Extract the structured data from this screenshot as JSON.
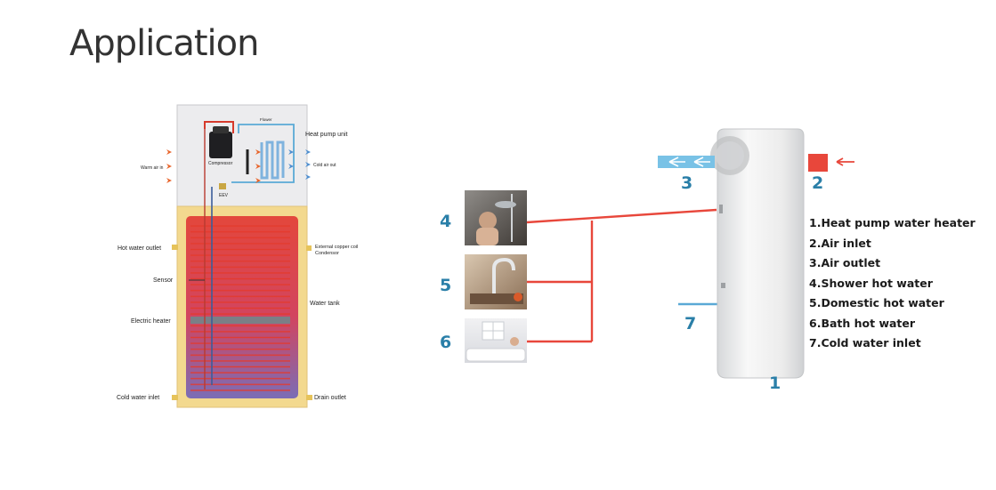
{
  "page": {
    "title": "Application"
  },
  "tank_diagram": {
    "heat_pump_unit": "Heat pump unit",
    "flower": "Flower",
    "compressor": "Compressor",
    "eev": "EEV",
    "warm_air_in": "Warm air in",
    "cold_air_out": "Cold air out",
    "hot_water_outlet": "Hot water outlet",
    "condenser_line1": "External copper coil",
    "condenser_line2": "Condensor",
    "sensor": "Sensor",
    "water_tank": "Water tank",
    "electric_heater": "Electric heater",
    "cold_water_inlet": "Cold water inlet",
    "drain_outlet": "Drain outlet"
  },
  "system_diagram": {
    "numbers": {
      "shower": "4",
      "domestic": "5",
      "bath": "6",
      "air_outlet": "3",
      "air_inlet": "2",
      "cold_inlet": "7",
      "unit": "1"
    },
    "legend": [
      "1.Heat pump water heater",
      "2.Air inlet",
      "3.Air outlet",
      "4.Shower hot water",
      "5.Domestic hot water",
      "6.Bath hot water",
      "7.Cold water inlet"
    ],
    "colors": {
      "hot_pipe": "#e8473b",
      "cold_pipe": "#5aa9d6",
      "number": "#2a7fa8",
      "tank_fill": "#f3d98f",
      "coil": "#e04035"
    }
  }
}
